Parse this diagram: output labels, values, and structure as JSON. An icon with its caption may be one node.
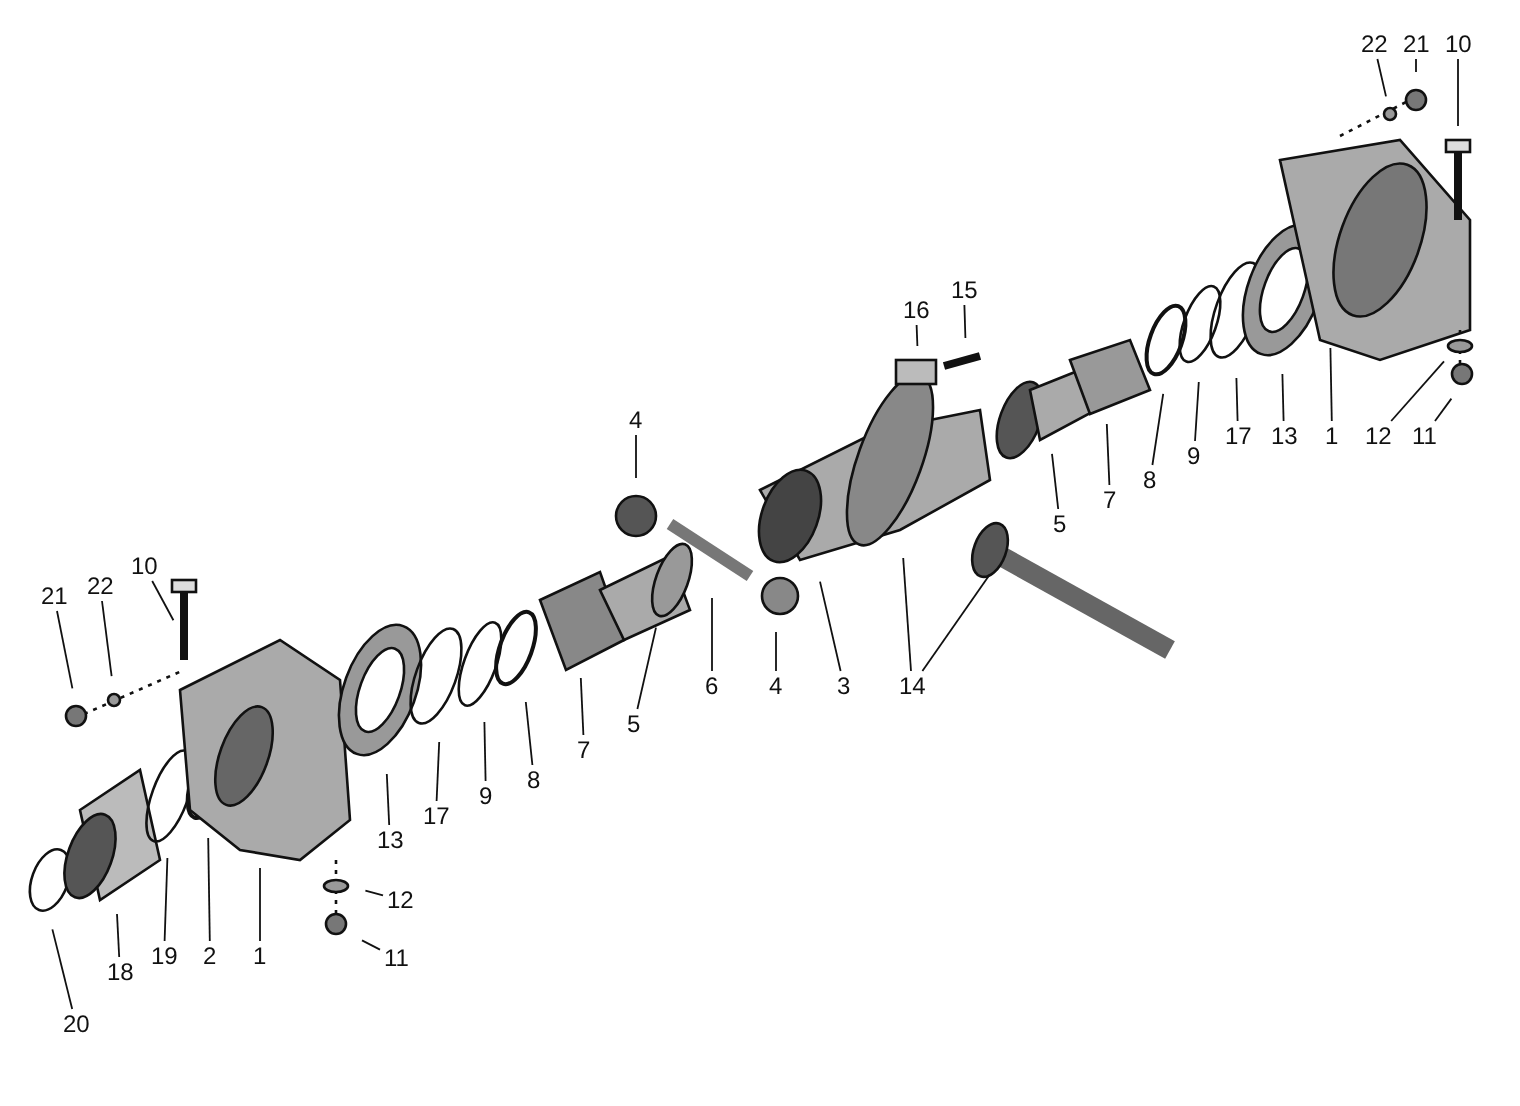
{
  "diagram": {
    "nodes": [
      {
        "text": [
          "22"
        ]
      },
      {
        "text": [
          "21"
        ]
      },
      {
        "text": [
          "10"
        ]
      },
      {
        "text": [
          "16"
        ]
      },
      {
        "text": [
          "15"
        ]
      },
      {
        "text": [
          "4"
        ]
      },
      {
        "text": [
          "5"
        ]
      },
      {
        "text": [
          "7"
        ]
      },
      {
        "text": [
          "8"
        ]
      },
      {
        "text": [
          "9"
        ]
      },
      {
        "text": [
          "17"
        ]
      },
      {
        "text": [
          "13"
        ]
      },
      {
        "text": [
          "1"
        ]
      },
      {
        "text": [
          "12"
        ]
      },
      {
        "text": [
          "11"
        ]
      },
      {
        "text": [
          "6"
        ]
      },
      {
        "text": [
          "4"
        ]
      },
      {
        "text": [
          "3"
        ]
      },
      {
        "text": [
          "14"
        ]
      },
      {
        "text": [
          "5"
        ]
      },
      {
        "text": [
          "7"
        ]
      },
      {
        "text": [
          "8"
        ]
      },
      {
        "text": [
          "9"
        ]
      },
      {
        "text": [
          "17"
        ]
      },
      {
        "text": [
          "13"
        ]
      },
      {
        "text": [
          "21"
        ]
      },
      {
        "text": [
          "22"
        ]
      },
      {
        "text": [
          "10"
        ]
      },
      {
        "text": [
          "12"
        ]
      },
      {
        "text": [
          "11"
        ]
      },
      {
        "text": [
          "1"
        ]
      },
      {
        "text": [
          "2"
        ]
      },
      {
        "text": [
          "19"
        ]
      },
      {
        "text": [
          "18"
        ]
      },
      {
        "text": [
          "20"
        ]
      }
    ],
    "edges": [
      {
        "from": 0,
        "to": null,
        "arrow": "none"
      },
      {
        "from": 1,
        "to": null,
        "arrow": "none"
      },
      {
        "from": 2,
        "to": null,
        "arrow": "none"
      },
      {
        "from": 3,
        "to": null,
        "arrow": "none"
      },
      {
        "from": 4,
        "to": null,
        "arrow": "none"
      },
      {
        "from": 5,
        "to": null,
        "arrow": "none"
      },
      {
        "from": 6,
        "to": null,
        "arrow": "none"
      },
      {
        "from": 7,
        "to": null,
        "arrow": "none"
      },
      {
        "from": 8,
        "to": null,
        "arrow": "none"
      },
      {
        "from": 9,
        "to": null,
        "arrow": "none"
      },
      {
        "from": 10,
        "to": null,
        "arrow": "none"
      },
      {
        "from": 11,
        "to": null,
        "arrow": "none"
      },
      {
        "from": 12,
        "to": null,
        "arrow": "none"
      },
      {
        "from": 13,
        "to": null,
        "arrow": "none"
      },
      {
        "from": 14,
        "to": null,
        "arrow": "none"
      },
      {
        "from": 15,
        "to": null,
        "arrow": "none"
      },
      {
        "from": 16,
        "to": null,
        "arrow": "none"
      },
      {
        "from": 17,
        "to": null,
        "arrow": "none"
      },
      {
        "from": 18,
        "to": null,
        "arrow": "none"
      },
      {
        "from": 18,
        "to": null,
        "arrow": "none"
      },
      {
        "from": 19,
        "to": null,
        "arrow": "none"
      },
      {
        "from": 20,
        "to": null,
        "arrow": "none"
      },
      {
        "from": 21,
        "to": null,
        "arrow": "none"
      },
      {
        "from": 22,
        "to": null,
        "arrow": "none"
      },
      {
        "from": 23,
        "to": null,
        "arrow": "none"
      },
      {
        "from": 24,
        "to": null,
        "arrow": "none"
      },
      {
        "from": 25,
        "to": null,
        "arrow": "none"
      },
      {
        "from": 26,
        "to": null,
        "arrow": "none"
      },
      {
        "from": 27,
        "to": null,
        "arrow": "none"
      },
      {
        "from": 28,
        "to": null,
        "arrow": "none"
      },
      {
        "from": 29,
        "to": null,
        "arrow": "none"
      },
      {
        "from": 30,
        "to": null,
        "arrow": "none"
      },
      {
        "from": 31,
        "to": null,
        "arrow": "none"
      },
      {
        "from": 32,
        "to": null,
        "arrow": "none"
      },
      {
        "from": 33,
        "to": null,
        "arrow": "none"
      },
      {
        "from": 34,
        "to": null,
        "arrow": "none"
      }
    ]
  }
}
